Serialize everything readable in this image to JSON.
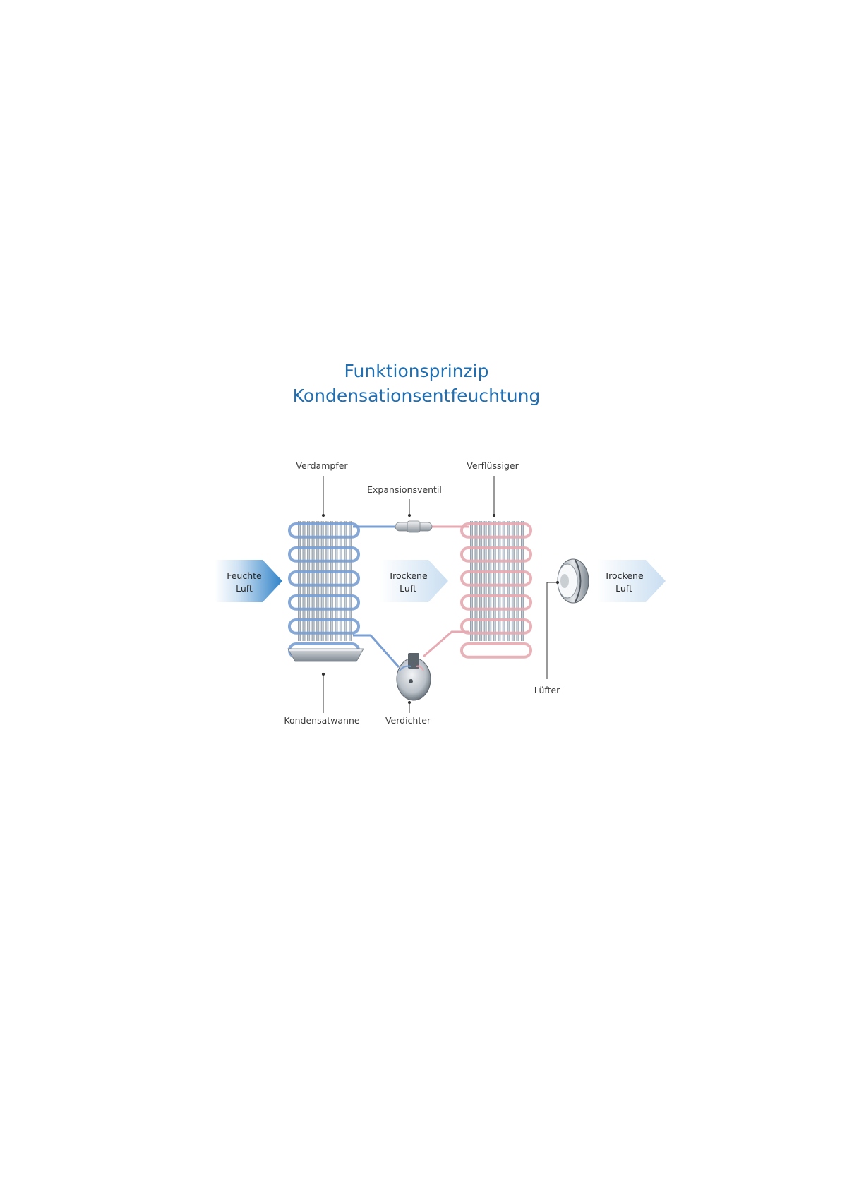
{
  "title": {
    "line1": "Funktionsprinzip",
    "line2": "Kondensationsentfeuchtung"
  },
  "labels": {
    "verdampfer": "Verdampfer",
    "verfluessiger": "Verflüssiger",
    "expansionsventil": "Expansionsventil",
    "kondensatwanne": "Kondensatwanne",
    "verdichter": "Verdichter",
    "luefter": "Lüfter"
  },
  "air": {
    "in_line1": "Feuchte",
    "in_line2": "Luft",
    "mid_line1": "Trockene",
    "mid_line2": "Luft",
    "out_line1": "Trockene",
    "out_line2": "Luft"
  },
  "colors": {
    "title": "#1f6fb2",
    "cold_pipe": "#6f98cf",
    "hot_pipe": "#e3a9b0",
    "arrow_in": "#3f8ccc",
    "arrow_light": "#d6e7f5"
  }
}
